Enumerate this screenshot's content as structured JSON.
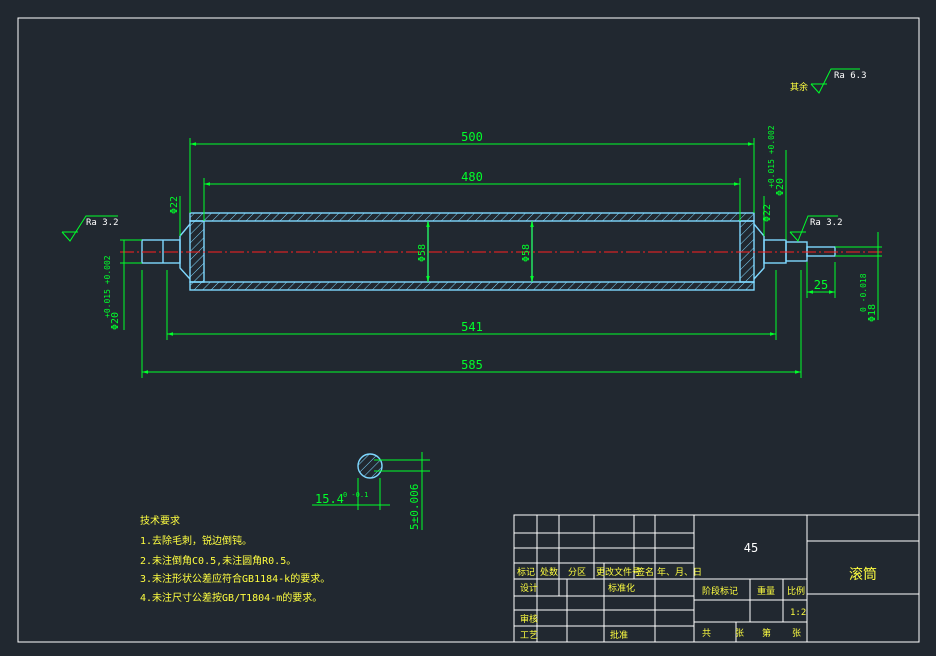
{
  "colors": {
    "background": "#212830",
    "frame": "#ffffff",
    "part": "#7fd8ff",
    "dimension": "#00ff2a",
    "centerline": "#ff2020",
    "text_white": "#ffffff",
    "text_yellow": "#ffff40"
  },
  "dimensions": {
    "len_500": "500",
    "len_480": "480",
    "len_541": "541",
    "len_585": "585",
    "len_25": "25",
    "phi22_left": "Φ22",
    "phi22_right": "Φ22",
    "phi58_a": "Φ58",
    "phi58_b": "Φ58",
    "phi20_left_main": "Φ20",
    "phi20_left_tol": "+0.015 +0.002",
    "phi20_right_main": "Φ20",
    "phi20_right_tol": "+0.015 +0.002",
    "phi18_main": "Φ18",
    "phi18_tol": "0 -0.018",
    "key_depth_main": "15.4",
    "key_depth_tol": "0 -0.1",
    "key_width": "5±0.006"
  },
  "roughness": {
    "other": "其余",
    "ra_63": "Ra 6.3",
    "ra_32_left": "Ra 3.2",
    "ra_32_right": "Ra 3.2"
  },
  "notes": {
    "title": "技术要求",
    "items": [
      "1.去除毛刺，锐边倒钝。",
      "2.未注倒角C0.5,未注圆角R0.5。",
      "3.未注形状公差应符合GB1184-k的要求。",
      "4.未注尺寸公差按GB/T1804-m的要求。"
    ]
  },
  "title_block": {
    "material": "45",
    "part_name": "滚筒",
    "labels": {
      "mark": "标记",
      "count": "处数",
      "zone": "分区",
      "change_doc": "更改文件号",
      "sign": "签名",
      "date": "年、月、日",
      "design": "设计",
      "standardize": "标准化",
      "stage_mark": "阶段标记",
      "weight": "重量",
      "scale": "比例",
      "scale_value": "1:2",
      "review": "审核",
      "process": "工艺",
      "approve": "批准",
      "total": "共",
      "sheet": "张",
      "page": "第",
      "sheet2": "张"
    }
  }
}
